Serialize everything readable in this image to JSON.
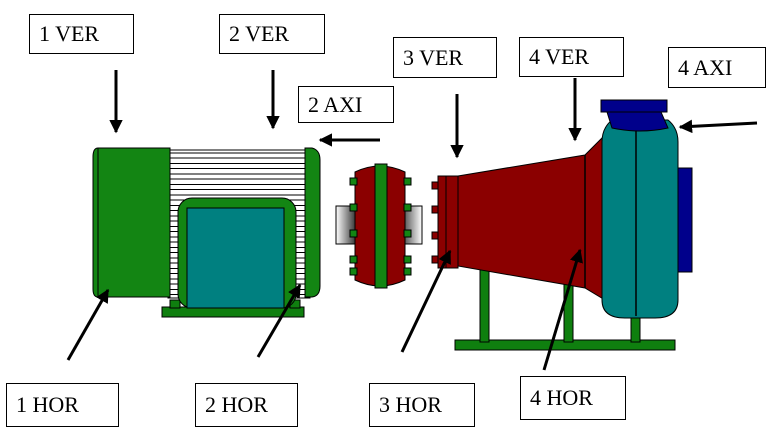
{
  "labels": {
    "ver1": "1 VER",
    "ver2": "2 VER",
    "axi2": "2 AXI",
    "ver3": "3 VER",
    "ver4": "4 VER",
    "axi4": "4 AXI",
    "hor1": "1 HOR",
    "hor2": "2 HOR",
    "hor3": "3 HOR",
    "hor4": "4 HOR"
  },
  "colors": {
    "motor_green": "#138513",
    "base_green": "#0f7f0f",
    "teal": "#008080",
    "maroon": "#8b0000",
    "navy": "#00008b",
    "arrow": "#000000"
  }
}
